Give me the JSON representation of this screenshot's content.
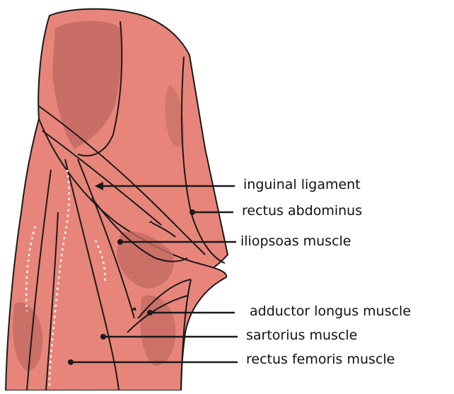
{
  "colors": {
    "muscle": "#e8857a",
    "muscle_dark": "#c36a63",
    "outline": "#1a1a1a",
    "dots": "#ffffff",
    "background": "#ffffff"
  },
  "labels": {
    "inguinal_ligament": "inguinal ligament",
    "rectus_abdominus": "rectus abdominus",
    "iliopsoas_muscle": "iliopsoas muscle",
    "adductor_longus_muscle": "adductor longus muscle",
    "sartorius_muscle": "sartorius muscle",
    "rectus_femoris_muscle": "rectus femoris muscle"
  }
}
